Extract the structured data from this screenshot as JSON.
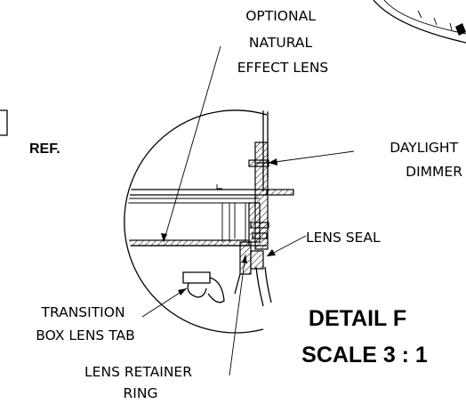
{
  "labels": {
    "natural_lens": [
      "OPTIONAL",
      "NATURAL",
      "EFFECT LENS"
    ],
    "daylight_dimmer": [
      "DAYLIGHT",
      "DIMMER"
    ],
    "lens_seal": "LENS SEAL",
    "transition_tab": [
      "TRANSITION",
      "BOX LENS TAB"
    ],
    "retainer_ring": [
      "LENS RETAINER",
      "RING"
    ],
    "ref": "REF."
  },
  "detail": {
    "title": "DETAIL F",
    "scale": "SCALE 3 : 1"
  }
}
